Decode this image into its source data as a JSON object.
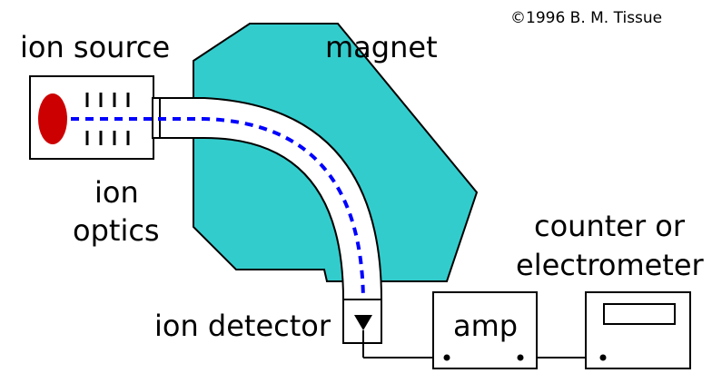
{
  "copyright": "©1996 B. M. Tissue",
  "labels": {
    "ion_source": "ion source",
    "magnet": "magnet",
    "ion_optics_line1": "ion",
    "ion_optics_line2": "optics",
    "ion_detector": "ion detector",
    "amp": "amp",
    "counter_line1": "counter or",
    "counter_line2": "electrometer"
  },
  "colors": {
    "magnet": "#33CCCC",
    "ion_beam": "#0000FF",
    "ion_source_blob": "#CC0000",
    "outline": "#000000"
  },
  "icons": {
    "detector": "triangle-down-icon"
  }
}
